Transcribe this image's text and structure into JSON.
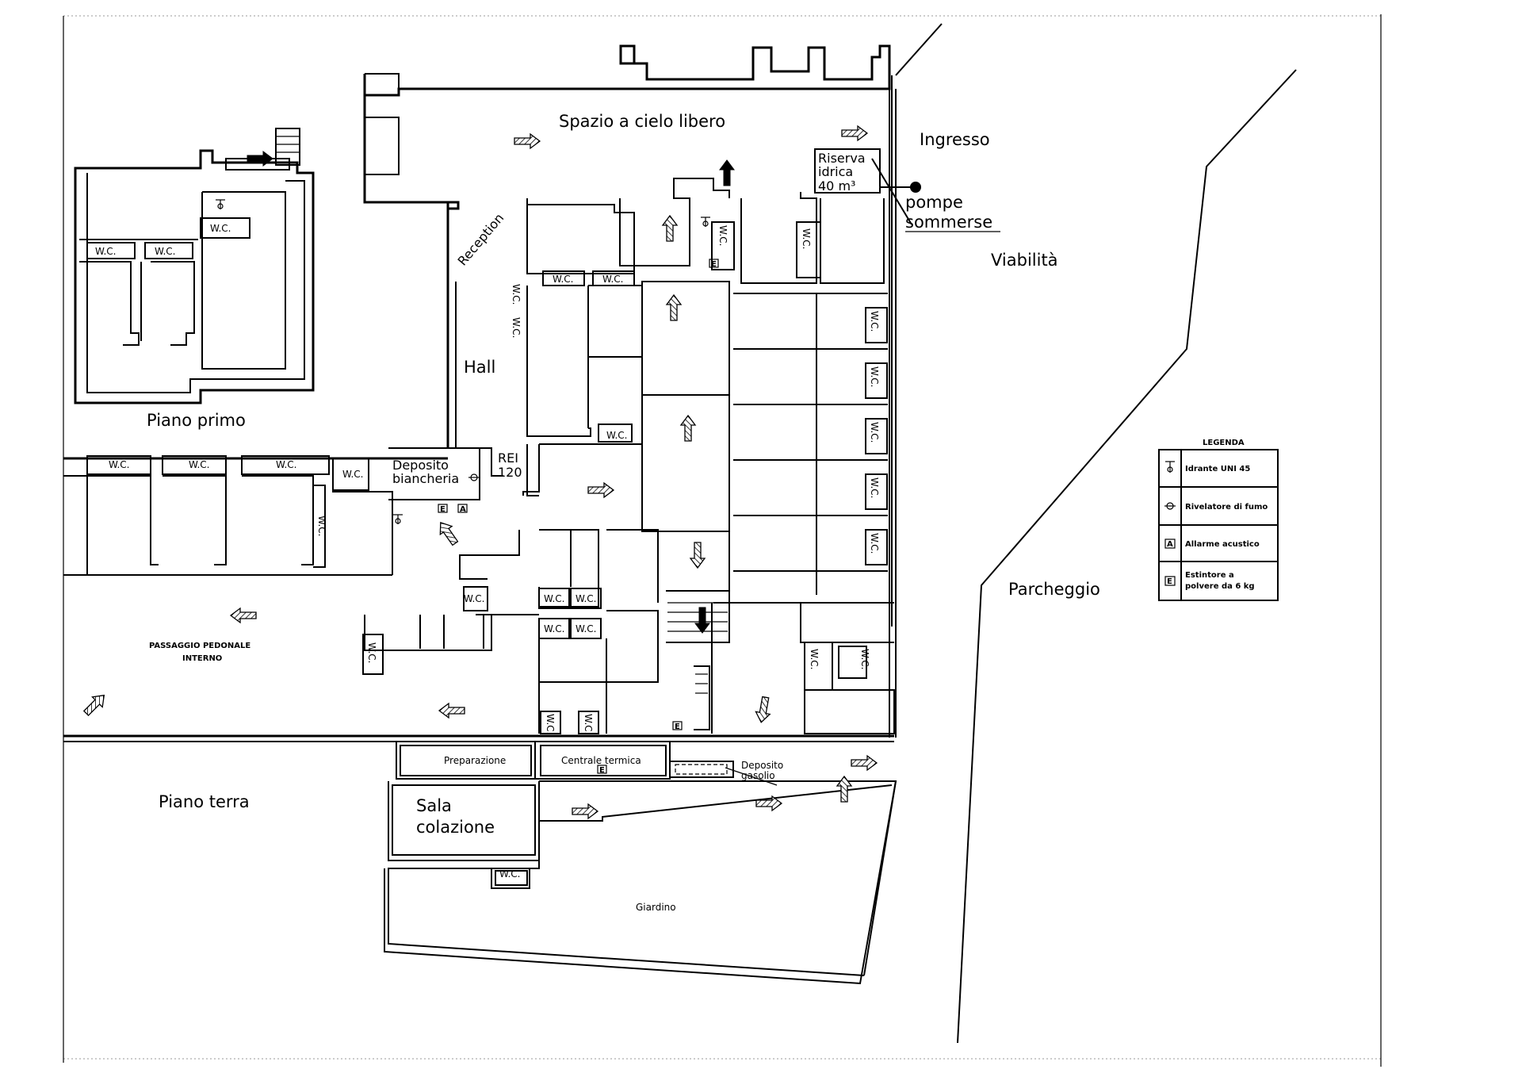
{
  "areas": {
    "spazio": "Spazio a cielo libero",
    "ingresso": "Ingresso",
    "riserva_1": "Riserva",
    "riserva_2": "idrica",
    "riserva_3": "40 m³",
    "pompe_1": "pompe",
    "pompe_2": "sommerse",
    "viabilita": "Viabilità",
    "parcheggio": "Parcheggio",
    "reception": "Reception",
    "hall": "Hall",
    "piano_primo": "Piano primo",
    "piano_terra": "Piano terra",
    "deposito_1": "Deposito",
    "deposito_2": "biancheria",
    "rei_1": "REI",
    "rei_2": "120",
    "passaggio_1": "PASSAGGIO PEDONALE",
    "passaggio_2": "INTERNO",
    "preparazione": "Preparazione",
    "centrale": "Centrale termica",
    "gasolio_1": "Deposito",
    "gasolio_2": "gasolio",
    "sala_1": "Sala",
    "sala_2": "colazione",
    "giardino": "Giardino",
    "wc": "W.C."
  },
  "legend": {
    "title": "LEGENDA",
    "items": [
      {
        "symbol": "hydrant-icon",
        "text": "Idrante UNI 45"
      },
      {
        "symbol": "smoke-detector-icon",
        "text": "Rivelatore di fumo"
      },
      {
        "symbol": "A",
        "text": "Allarme acustico"
      },
      {
        "symbol": "E",
        "text_1": "Estintore a",
        "text_2": "polvere da 6 kg"
      }
    ]
  },
  "markers": {
    "alarm": "A",
    "extinguisher": "E"
  }
}
